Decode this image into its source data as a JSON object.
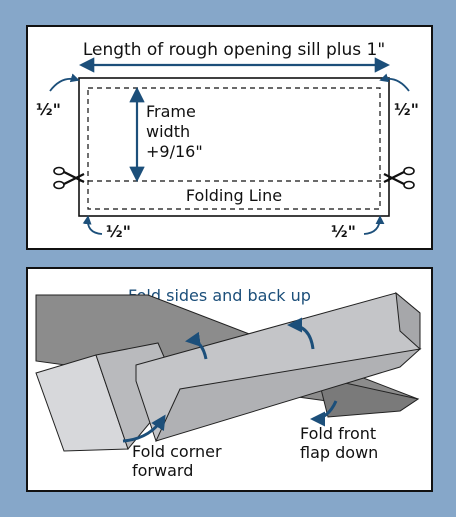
{
  "figure_top": {
    "length_label": "Length of rough opening sill plus 1\"",
    "frame_width_label": [
      "Frame",
      "width",
      "+9/16\""
    ],
    "folding_line_label": "Folding Line",
    "half_inch_label": "½\""
  },
  "figure_bottom": {
    "fold_sides_label": "Fold sides and back up",
    "fold_corner_label": [
      "Fold corner",
      "forward"
    ],
    "fold_front_label": [
      "Fold front",
      "flap down"
    ]
  },
  "colors": {
    "background": "#86a7c9",
    "panel": "#ffffff",
    "ink": "#111111",
    "dimension_blue": "#1c4f7a",
    "flap_dark": "#8c8c8c",
    "flap_mid": "#b9babd",
    "flap_light": "#d7d8db"
  },
  "icons": [
    "scissors-icon-left",
    "scissors-icon-right",
    "curved-arrow-icon"
  ]
}
